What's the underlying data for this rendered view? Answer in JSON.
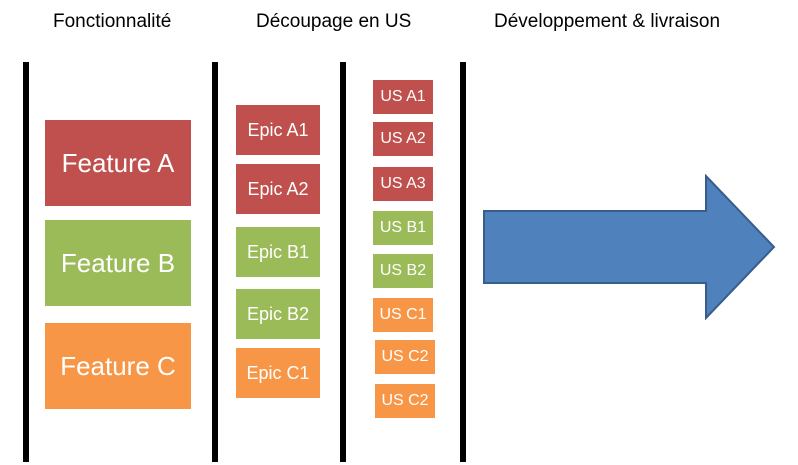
{
  "headers": {
    "col1": "Fonctionnalité",
    "col2": "Découpage en US",
    "col3": "Développement & livraison"
  },
  "colors": {
    "red": "#c0504d",
    "green": "#9bbb59",
    "orange": "#f79646",
    "arrow_fill": "#4f81bd",
    "arrow_stroke": "#385d8a"
  },
  "features": [
    {
      "label": "Feature A",
      "color": "red"
    },
    {
      "label": "Feature B",
      "color": "green"
    },
    {
      "label": "Feature C",
      "color": "orange"
    }
  ],
  "epics": [
    {
      "label": "Epic A1",
      "color": "red"
    },
    {
      "label": "Epic A2",
      "color": "red"
    },
    {
      "label": "Epic B1",
      "color": "green"
    },
    {
      "label": "Epic B2",
      "color": "green"
    },
    {
      "label": "Epic C1",
      "color": "orange"
    }
  ],
  "user_stories": [
    {
      "label": "US A1",
      "color": "red"
    },
    {
      "label": "US A2",
      "color": "red"
    },
    {
      "label": "US A3",
      "color": "red"
    },
    {
      "label": "US B1",
      "color": "green"
    },
    {
      "label": "US B2",
      "color": "green"
    },
    {
      "label": "US C1",
      "color": "orange"
    },
    {
      "label": "US C2",
      "color": "orange"
    },
    {
      "label": "US C2",
      "color": "orange"
    }
  ]
}
